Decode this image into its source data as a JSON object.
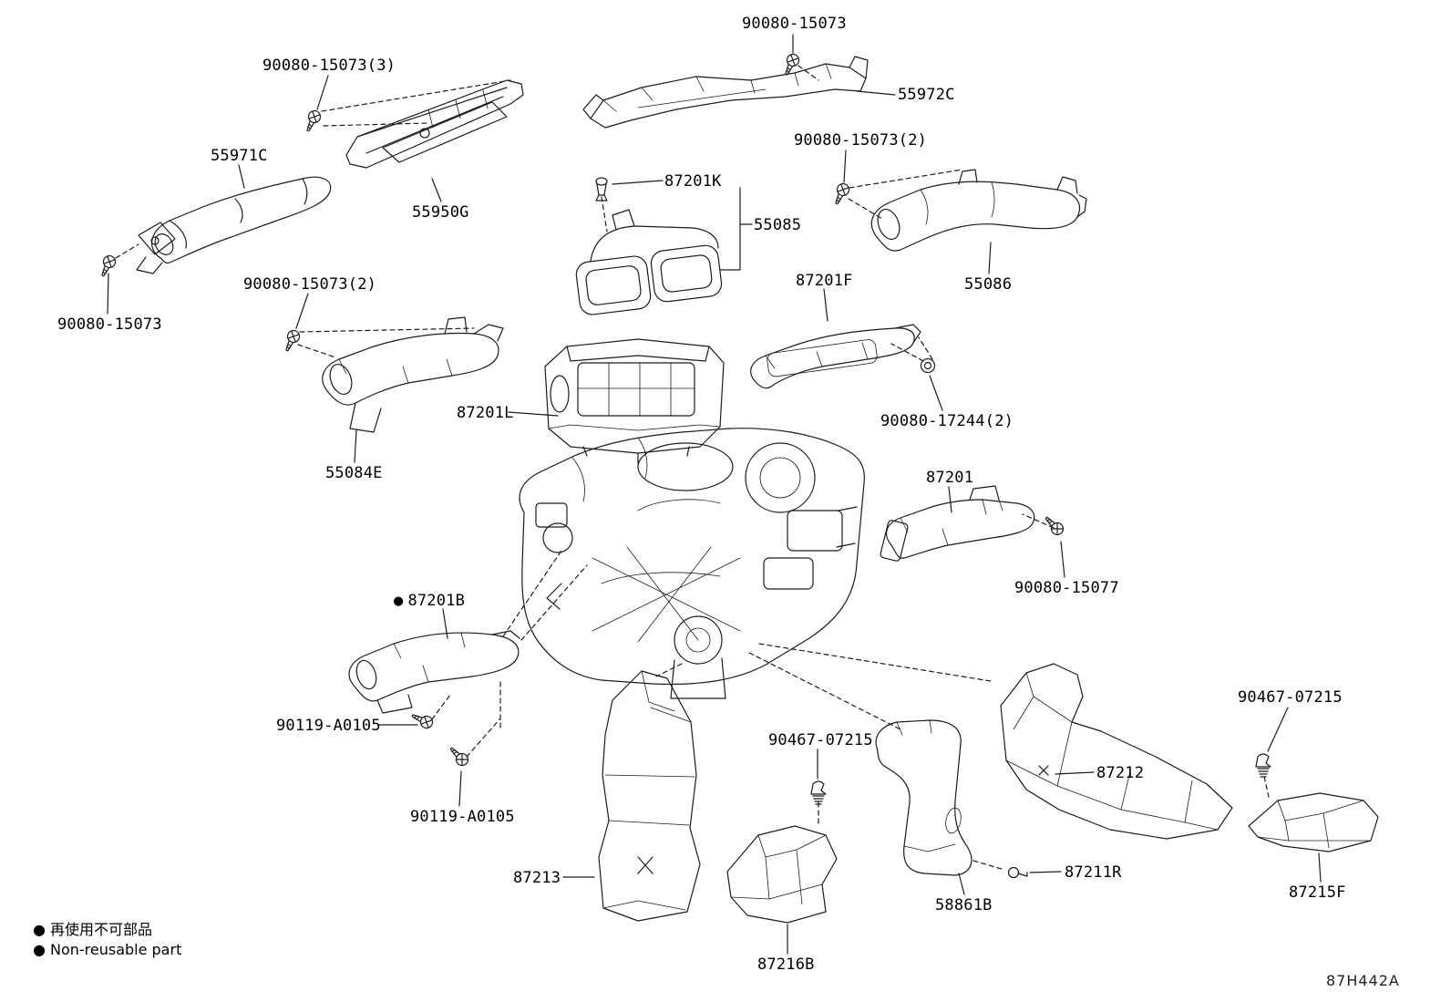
{
  "figure_code": "87H442A",
  "legend": {
    "bullet": "●",
    "jp": "再使用不可部品",
    "en": "Non-reusable part"
  },
  "labels": [
    {
      "text": "90080-15073"
    },
    {
      "text": "55972C"
    },
    {
      "text": "90080-15073(3)"
    },
    {
      "text": "55971C"
    },
    {
      "text": "55950G"
    },
    {
      "text": "87201K"
    },
    {
      "text": "55085"
    },
    {
      "text": "90080-15073(2)"
    },
    {
      "text": "55086"
    },
    {
      "text": "87201F"
    },
    {
      "text": "90080-15073"
    },
    {
      "text": "90080-15073(2)"
    },
    {
      "text": "87201L"
    },
    {
      "text": "90080-17244(2)"
    },
    {
      "text": "55084E"
    },
    {
      "text": "87201"
    },
    {
      "text": "90080-15077"
    },
    {
      "text": "87201B",
      "bullet": "●"
    },
    {
      "text": "90119-A0105"
    },
    {
      "text": "90467-07215"
    },
    {
      "text": "90119-A0105"
    },
    {
      "text": "87212"
    },
    {
      "text": "90467-07215"
    },
    {
      "text": "87213"
    },
    {
      "text": "87211R"
    },
    {
      "text": "58861B"
    },
    {
      "text": "87216B"
    },
    {
      "text": "87215F"
    }
  ]
}
